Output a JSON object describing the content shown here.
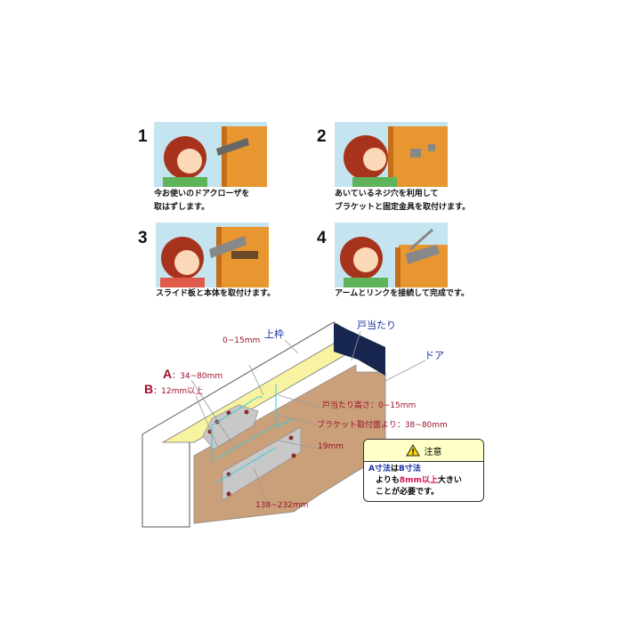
{
  "steps": [
    {
      "number": "1",
      "lines": [
        "今お使いのドアクローザを",
        "取はずします。"
      ]
    },
    {
      "number": "2",
      "lines": [
        "あいているネジ穴を利用して",
        "ブラケットと固定金具を取付けます。"
      ]
    },
    {
      "number": "3",
      "lines": [
        "スライド板と本体を取付けます。"
      ]
    },
    {
      "number": "4",
      "lines": [
        "アームとリンクを接続して完成です。"
      ]
    }
  ],
  "diagram": {
    "top_frame": "上枠",
    "door_stop": "戸当たり",
    "door": "ドア",
    "gap": "0~15mm",
    "a_letter": "A",
    "a_value": "：34~80mm",
    "b_letter": "B",
    "b_value": "：12mm以上",
    "stop_height": "戸当たり高さ：0~15mm",
    "bracket_offset": "ブラケット取付面より：38~80mm",
    "dim_19": "19mm",
    "plate_length": "138~232mm"
  },
  "caution": {
    "title": "注意",
    "a_part": "A寸法",
    "wa": "は",
    "b_part": "B寸法",
    "line2_pre": "よりも",
    "line2_red": "8mm以上",
    "line2_post": "大きい",
    "line3": "ことが必要です。"
  },
  "colors": {
    "label_blue": "#1a2fa0",
    "label_red": "#a0102a",
    "door": "#c9a07a",
    "stop": "#16264f",
    "soffit": "#f7f3a0"
  }
}
